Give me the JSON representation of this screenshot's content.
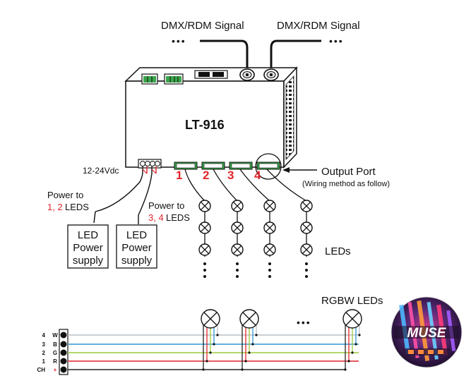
{
  "signals": {
    "dmx_left": "DMX/RDM Signal",
    "dmx_right": "DMX/RDM Signal",
    "dots": "•••"
  },
  "device": {
    "model": "LT-916",
    "voltage": "12-24Vdc",
    "ports": [
      "1",
      "2",
      "3",
      "4"
    ]
  },
  "output": {
    "title": "Output Port",
    "subtitle": "(Wiring method as follow)"
  },
  "power": {
    "label1_prefix": "Power to",
    "label1_red": "1, 2",
    "label1_suffix": "LEDS",
    "label2_prefix": "Power to",
    "label2_red": "3, 4",
    "label2_suffix": "LEDS",
    "psu_lines": [
      "LED",
      "Power",
      "supply"
    ]
  },
  "leds": {
    "label": "LEDs",
    "rgbw_label": "RGBW LEDs",
    "ellipsis": "•••"
  },
  "terminal": {
    "rows": [
      {
        "num": "4",
        "ch": "W"
      },
      {
        "num": "3",
        "ch": "B"
      },
      {
        "num": "2",
        "ch": "G"
      },
      {
        "num": "1",
        "ch": "R"
      },
      {
        "num": "CH",
        "ch": "+"
      }
    ]
  },
  "logo": {
    "text": "MUSE"
  },
  "colors": {
    "port_red": "#e0252b",
    "wire_white": "#b9bfc4",
    "wire_blue": "#2f97d4",
    "wire_green": "#9cc83a",
    "wire_red": "#e0252b",
    "wire_black": "#222222"
  }
}
